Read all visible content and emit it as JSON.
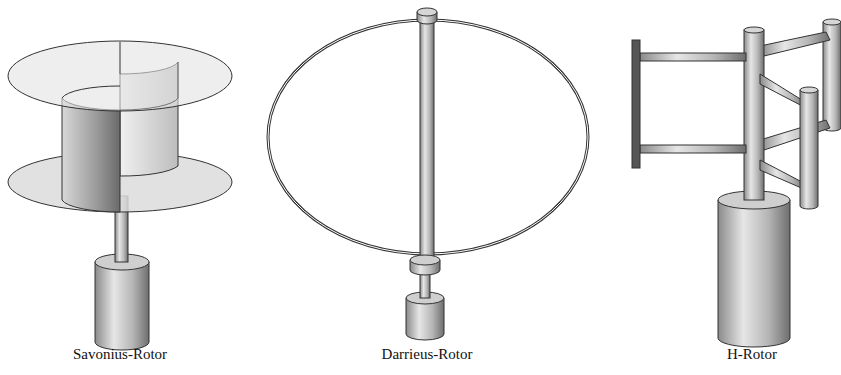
{
  "diagram": {
    "labels": [
      "Savonius-Rotor",
      "Darrieus-Rotor",
      "H-Rotor"
    ]
  }
}
